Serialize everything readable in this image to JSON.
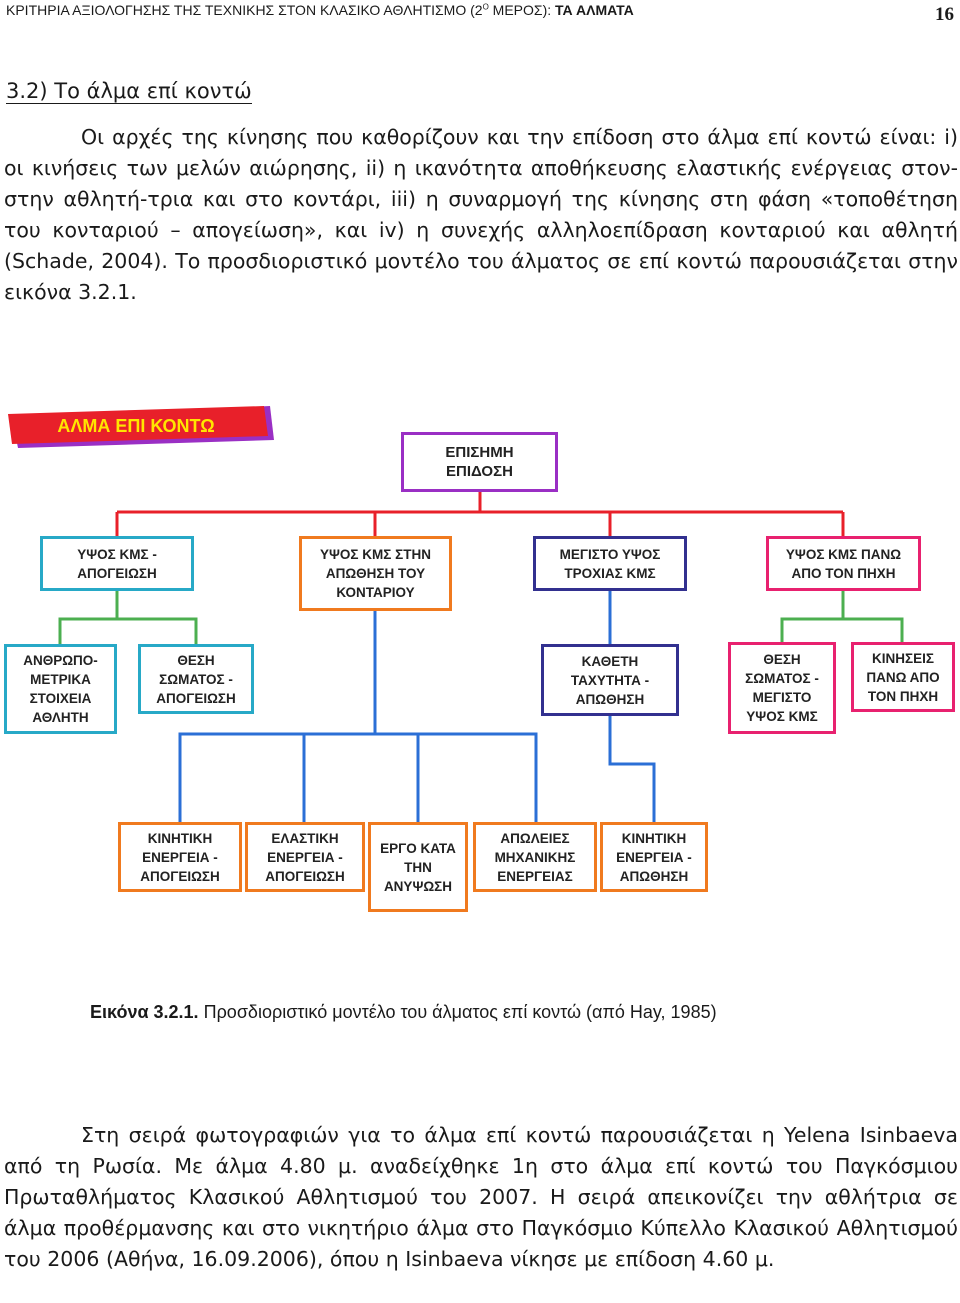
{
  "header": {
    "title_pre": "ΚΡΙΤΗΡΙΑ ΑΞΙΟΛΟΓΗΣΗΣ ΤΗΣ ΤΕΧΝΙΚΗΣ ΣΤΟΝ ΚΛΑΣΙΚΟ ΑΘΛΗΤΙΣΜΟ (2",
    "title_sup": "Ο",
    "title_mid": " ΜΕΡΟΣ): ",
    "title_bold": "ΤΑ ΑΛΜΑΤΑ",
    "page_number": "16"
  },
  "section_title": "3.2) Το άλμα επί κοντώ",
  "paragraph1": "Οι αρχές της κίνησης που καθορίζουν και την επίδοση στο άλμα επί κοντώ είναι: i) οι κινήσεις των μελών αιώρησης, ii) η ικανότητα αποθήκευσης ελαστικής ενέργειας στον-στην αθλητή-τρια και στο κοντάρι, iii) η συναρμογή της κίνησης στη φάση «τοποθέτηση του κονταριού – απογείωση», και iv) η συνεχής αλληλοεπίδραση κονταριού και αθλητή (Schade, 2004). Το προσδιοριστικό μοντέλο του άλματος σε επί κοντώ παρουσιάζεται στην εικόνα 3.2.1.",
  "diagram": {
    "banner_title": "ΑΛΜΑ ΕΠΙ ΚΟΝΤΩ",
    "banner_colors": {
      "front": "#e8202a",
      "back": "#9a2fc4",
      "text": "#ffe600"
    },
    "root": "ΕΠΙΣΗΜΗ ΕΠΙΔΟΣΗ",
    "level1": [
      "ΥΨΟΣ ΚΜΣ - ΑΠΟΓΕΙΩΣΗ",
      "ΥΨΟΣ ΚΜΣ ΣΤΗΝ ΑΠΩΘΗΣΗ ΤΟΥ ΚΟΝΤΑΡΙΟΥ",
      "ΜΕΓΙΣΤΟ ΥΨΟΣ ΤΡΟΧΙΑΣ ΚΜΣ",
      "ΥΨΟΣ ΚΜΣ ΠΑΝΩ ΑΠΟ ΤΟΝ ΠΗΧΗ"
    ],
    "level2": [
      "ΑΝΘΡΩΠΟ-ΜΕΤΡΙΚΑ ΣΤΟΙΧΕΙΑ ΑΘΛΗΤΗ",
      "ΘΕΣΗ ΣΩΜΑΤΟΣ - ΑΠΟΓΕΙΩΣΗ",
      "ΚΑΘΕΤΗ ΤΑΧΥΤΗΤΑ - ΑΠΩΘΗΣΗ",
      "ΘΕΣΗ ΣΩΜΑΤΟΣ - ΜΕΓΙΣΤΟ ΥΨΟΣ ΚΜΣ",
      "ΚΙΝΗΣΕΙΣ ΠΑΝΩ ΑΠΟ ΤΟΝ ΠΗΧΗ"
    ],
    "level3": [
      "ΚΙΝΗΤΙΚΗ ΕΝΕΡΓΕΙΑ - ΑΠΟΓΕΙΩΣΗ",
      "ΕΛΑΣΤΙΚΗ ΕΝΕΡΓΕΙΑ - ΑΠΟΓΕΙΩΣΗ",
      "ΕΡΓΟ ΚΑΤΑ ΤΗΝ ΑΝΥΨΩΣΗ",
      "ΑΠΩΛΕΙΕΣ ΜΗΧΑΝΙΚΗΣ ΕΝΕΡΓΕΙΑΣ",
      "ΚΙΝΗΤΙΚΗ ΕΝΕΡΓΕΙΑ - ΑΠΩΘΗΣΗ"
    ],
    "colors": {
      "purple": "#9a2fc4",
      "teal": "#27a9c7",
      "orange": "#f07a1f",
      "navy": "#32308f",
      "pink": "#e8216f",
      "red_line": "#e8202a",
      "green_line": "#4caf50",
      "blue_line": "#2b6fd6",
      "orange_line": "#f07a1f"
    }
  },
  "caption": {
    "label": "Εικόνα 3.2.1.",
    "text": " Προσδιοριστικό μοντέλο του άλματος επί κοντώ (από Hay, 1985)"
  },
  "paragraph2": "Στη σειρά φωτογραφιών για το άλμα επί κοντώ παρουσιάζεται η Yelena Isinbaeva από τη Ρωσία. Με άλμα 4.80 μ. αναδείχθηκε 1η στο άλμα επί κοντώ του Παγκόσμιου Πρωταθλήματος Κλασικού Αθλητισμού του 2007. Η σειρά απεικονίζει την αθλήτρια σε άλμα προθέρμανσης και στο νικητήριο άλμα στο Παγκόσμιο Κύπελλο Κλασικού Αθλητισμού του 2006 (Αθήνα, 16.09.2006), όπου η Isinbaeva νίκησε με επίδοση 4.60 μ."
}
